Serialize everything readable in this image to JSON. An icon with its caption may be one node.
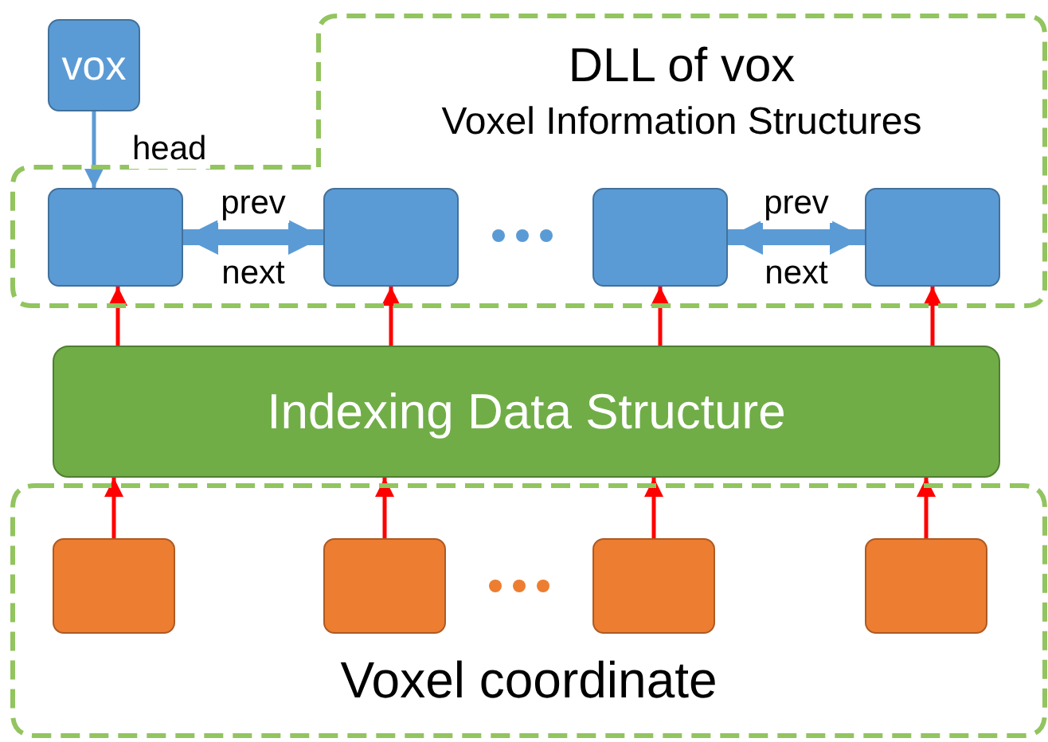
{
  "diagram": {
    "nodes": [
      {
        "text": [
          "DLL of vox",
          "Voxel Information Structures"
        ]
      },
      {
        "text": [
          "vox"
        ]
      },
      {
        "text": [],
        "shape": "box",
        "in": 0
      },
      {
        "text": [],
        "shape": "box",
        "in": 0
      },
      {
        "text": [],
        "shape": "box",
        "in": 0
      },
      {
        "text": [],
        "shape": "box",
        "in": 0
      },
      {
        "text": [
          "Indexing Data Structure"
        ]
      },
      {
        "text": [
          "Voxel coordinate"
        ]
      },
      {
        "text": [],
        "shape": "box",
        "in": 7
      },
      {
        "text": [],
        "shape": "box",
        "in": 7
      },
      {
        "text": [],
        "shape": "box",
        "in": 7
      },
      {
        "text": [],
        "shape": "box",
        "in": 7
      }
    ],
    "edges": [
      {
        "from": 1,
        "to": 2,
        "arrow": "to",
        "label": "head",
        "color": "#5b9bd5"
      },
      {
        "from": 2,
        "to": 3,
        "arrow": "both",
        "label": "prev",
        "style": "thick",
        "color": "#5b9bd5"
      },
      {
        "from": 4,
        "to": 5,
        "arrow": "both",
        "label": "prev",
        "style": "thick",
        "color": "#5b9bd5"
      },
      {
        "from": 6,
        "to": 2,
        "arrow": "to"
      },
      {
        "from": 6,
        "to": 3,
        "arrow": "to"
      },
      {
        "from": 6,
        "to": 4,
        "arrow": "to"
      },
      {
        "from": 6,
        "to": 5,
        "arrow": "to"
      },
      {
        "from": 8,
        "to": 6,
        "arrow": "to"
      },
      {
        "from": 9,
        "to": 6,
        "arrow": "to"
      },
      {
        "from": 10,
        "to": 6,
        "arrow": "to"
      },
      {
        "from": 11,
        "to": 6,
        "arrow": "to"
      }
    ],
    "labels": [
      "next",
      "next"
    ]
  }
}
